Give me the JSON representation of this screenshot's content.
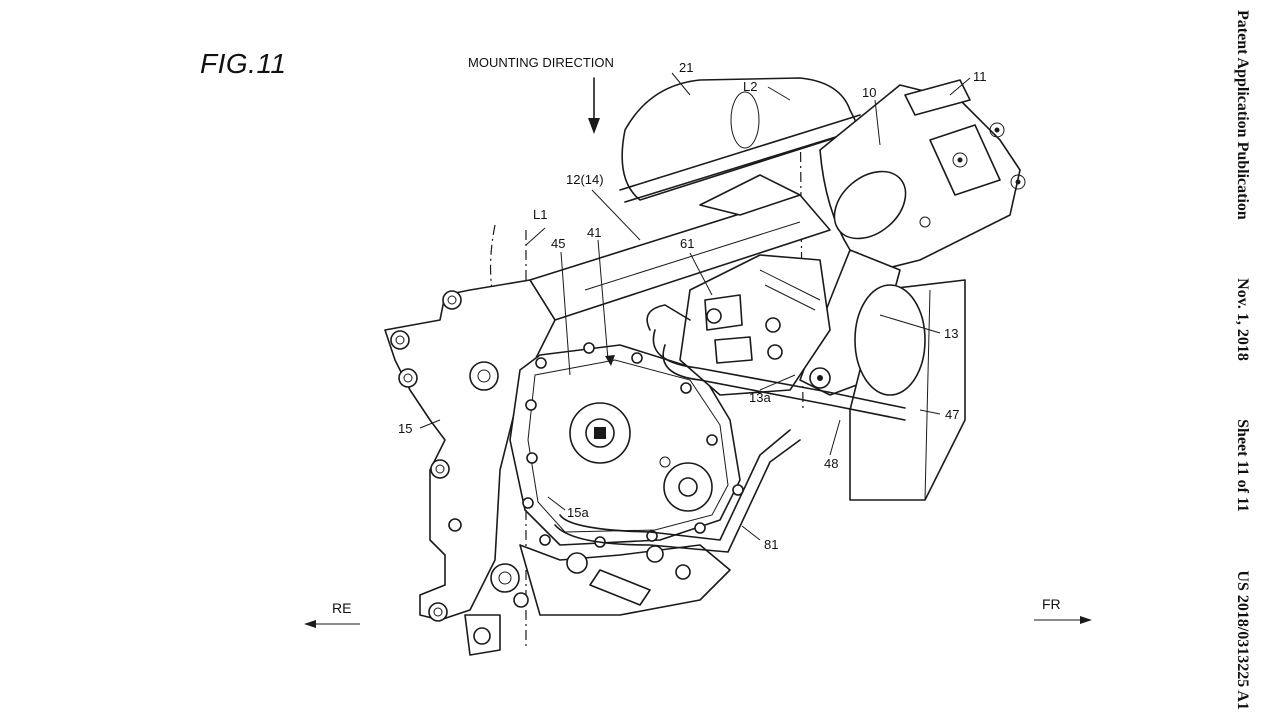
{
  "figure": {
    "title": "FIG.11",
    "mounting_direction": "MOUNTING DIRECTION",
    "rear_label": "RE",
    "front_label": "FR"
  },
  "sidebar": {
    "publication": "Patent Application Publication",
    "date": "Nov. 1, 2018",
    "sheet": "Sheet 11 of 11",
    "number": "US 2018/0313225 A1"
  },
  "labels": {
    "l21": "21",
    "lL2": "L2",
    "l10": "10",
    "l11": "11",
    "l12_14": "12(14)",
    "lL1": "L1",
    "l45": "45",
    "l41": "41",
    "l61": "61",
    "l13": "13",
    "l13a": "13a",
    "l47": "47",
    "l48": "48",
    "l15": "15",
    "l15a": "15a",
    "l81": "81"
  },
  "colors": {
    "ink": "#1a1a1a",
    "paper": "#ffffff"
  }
}
